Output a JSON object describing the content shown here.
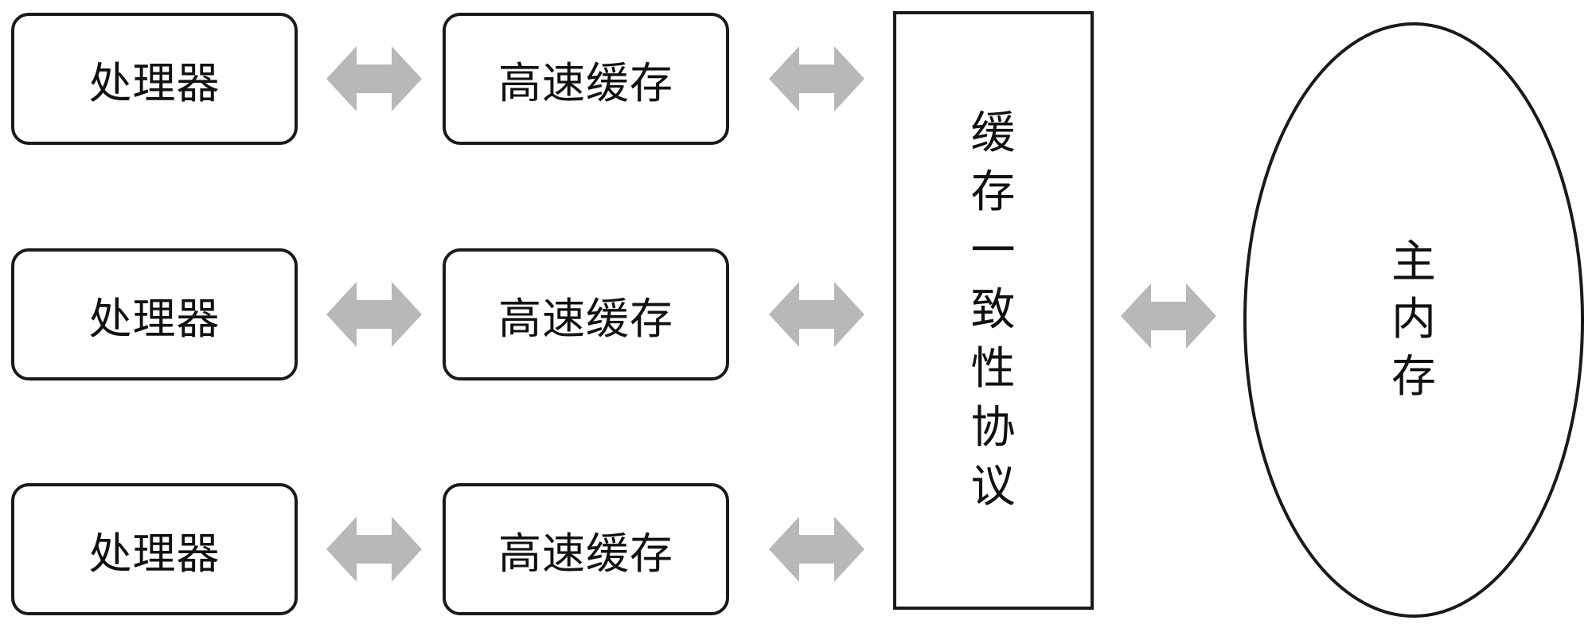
{
  "rows": [
    {
      "processor": "处理器",
      "cache": "高速缓存"
    },
    {
      "processor": "处理器",
      "cache": "高速缓存"
    },
    {
      "processor": "处理器",
      "cache": "高速缓存"
    }
  ],
  "protocol": {
    "chars": [
      "缓",
      "存",
      "一",
      "致",
      "性",
      "协",
      "议"
    ]
  },
  "memory": {
    "chars": [
      "主",
      "内",
      "存"
    ]
  },
  "colors": {
    "border": "#1a1a1a",
    "arrow": "#b8b8b8",
    "background": "#ffffff"
  }
}
